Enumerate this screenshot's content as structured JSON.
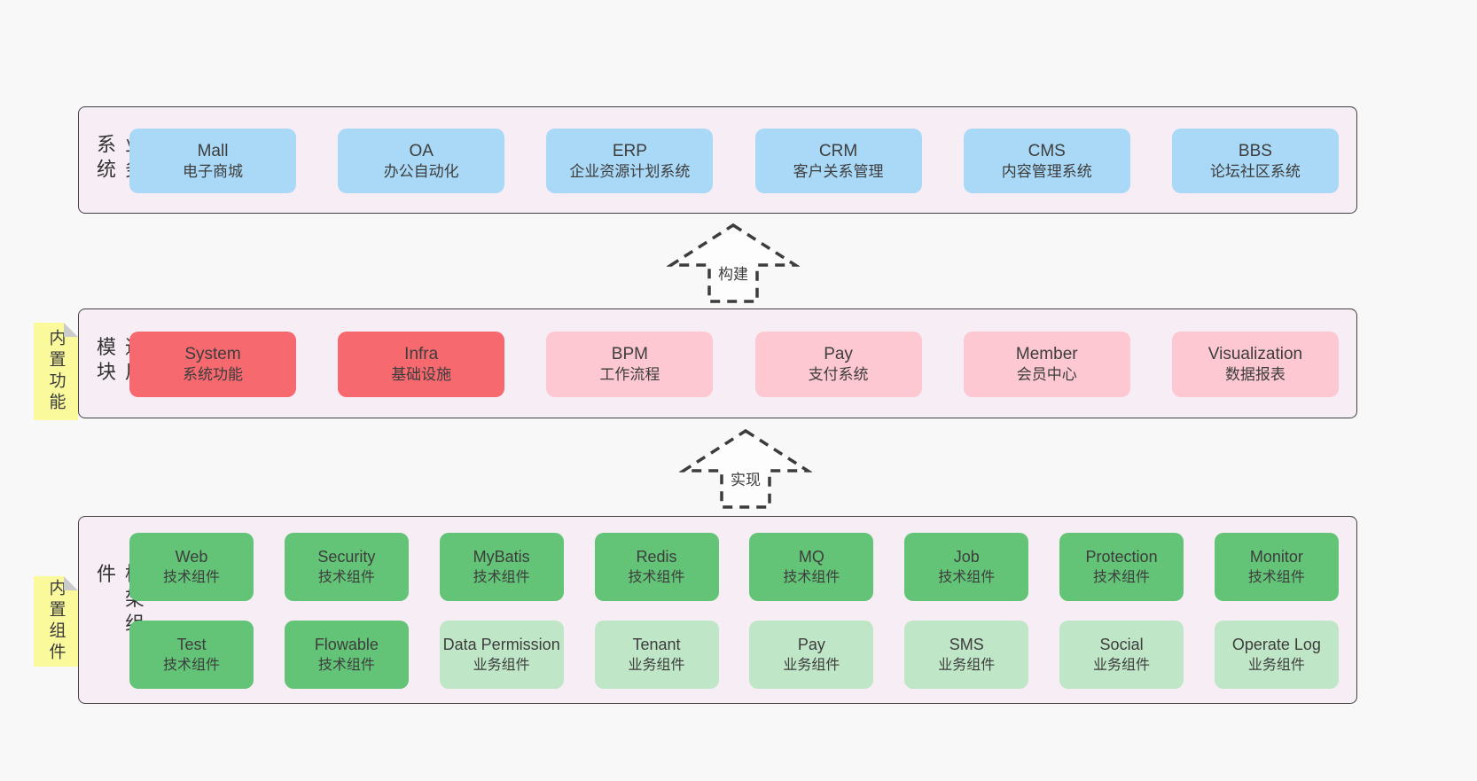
{
  "colors": {
    "page_bg": "#f8f8f8",
    "band_bg": "#f7edf5",
    "band_border": "#414141",
    "box_blue": "#a9d9f6",
    "box_red": "#f5696f",
    "box_pink": "#fdc8d2",
    "box_green": "#63c477",
    "box_light_green": "#bfe6c6",
    "note_yellow": "#fafa9d",
    "note_fold_gray": "#cbcbcb"
  },
  "arrows": {
    "build": "构建",
    "implement": "实现"
  },
  "bands": {
    "business": {
      "label": "业务系统",
      "boxes": [
        {
          "name": "Mall",
          "desc": "电子商城"
        },
        {
          "name": "OA",
          "desc": "办公自动化"
        },
        {
          "name": "ERP",
          "desc": "企业资源计划系统"
        },
        {
          "name": "CRM",
          "desc": "客户关系管理"
        },
        {
          "name": "CMS",
          "desc": "内容管理系统"
        },
        {
          "name": "BBS",
          "desc": "论坛社区系统"
        }
      ]
    },
    "modules": {
      "label": "通用模块",
      "note": "内置功能",
      "boxes": [
        {
          "name": "System",
          "desc": "系统功能"
        },
        {
          "name": "Infra",
          "desc": "基础设施"
        },
        {
          "name": "BPM",
          "desc": "工作流程"
        },
        {
          "name": "Pay",
          "desc": "支付系统"
        },
        {
          "name": "Member",
          "desc": "会员中心"
        },
        {
          "name": "Visualization",
          "desc": "数据报表"
        }
      ]
    },
    "components": {
      "label": "框架组件",
      "note": "内置组件",
      "row1": [
        {
          "name": "Web",
          "desc": "技术组件"
        },
        {
          "name": "Security",
          "desc": "技术组件"
        },
        {
          "name": "MyBatis",
          "desc": "技术组件"
        },
        {
          "name": "Redis",
          "desc": "技术组件"
        },
        {
          "name": "MQ",
          "desc": "技术组件"
        },
        {
          "name": "Job",
          "desc": "技术组件"
        },
        {
          "name": "Protection",
          "desc": "技术组件"
        },
        {
          "name": "Monitor",
          "desc": "技术组件"
        }
      ],
      "row2": [
        {
          "name": "Test",
          "desc": "技术组件"
        },
        {
          "name": "Flowable",
          "desc": "技术组件"
        },
        {
          "name": "Data Permission",
          "desc": "业务组件"
        },
        {
          "name": "Tenant",
          "desc": "业务组件"
        },
        {
          "name": "Pay",
          "desc": "业务组件"
        },
        {
          "name": "SMS",
          "desc": "业务组件"
        },
        {
          "name": "Social",
          "desc": "业务组件"
        },
        {
          "name": "Operate Log",
          "desc": "业务组件"
        }
      ]
    }
  }
}
